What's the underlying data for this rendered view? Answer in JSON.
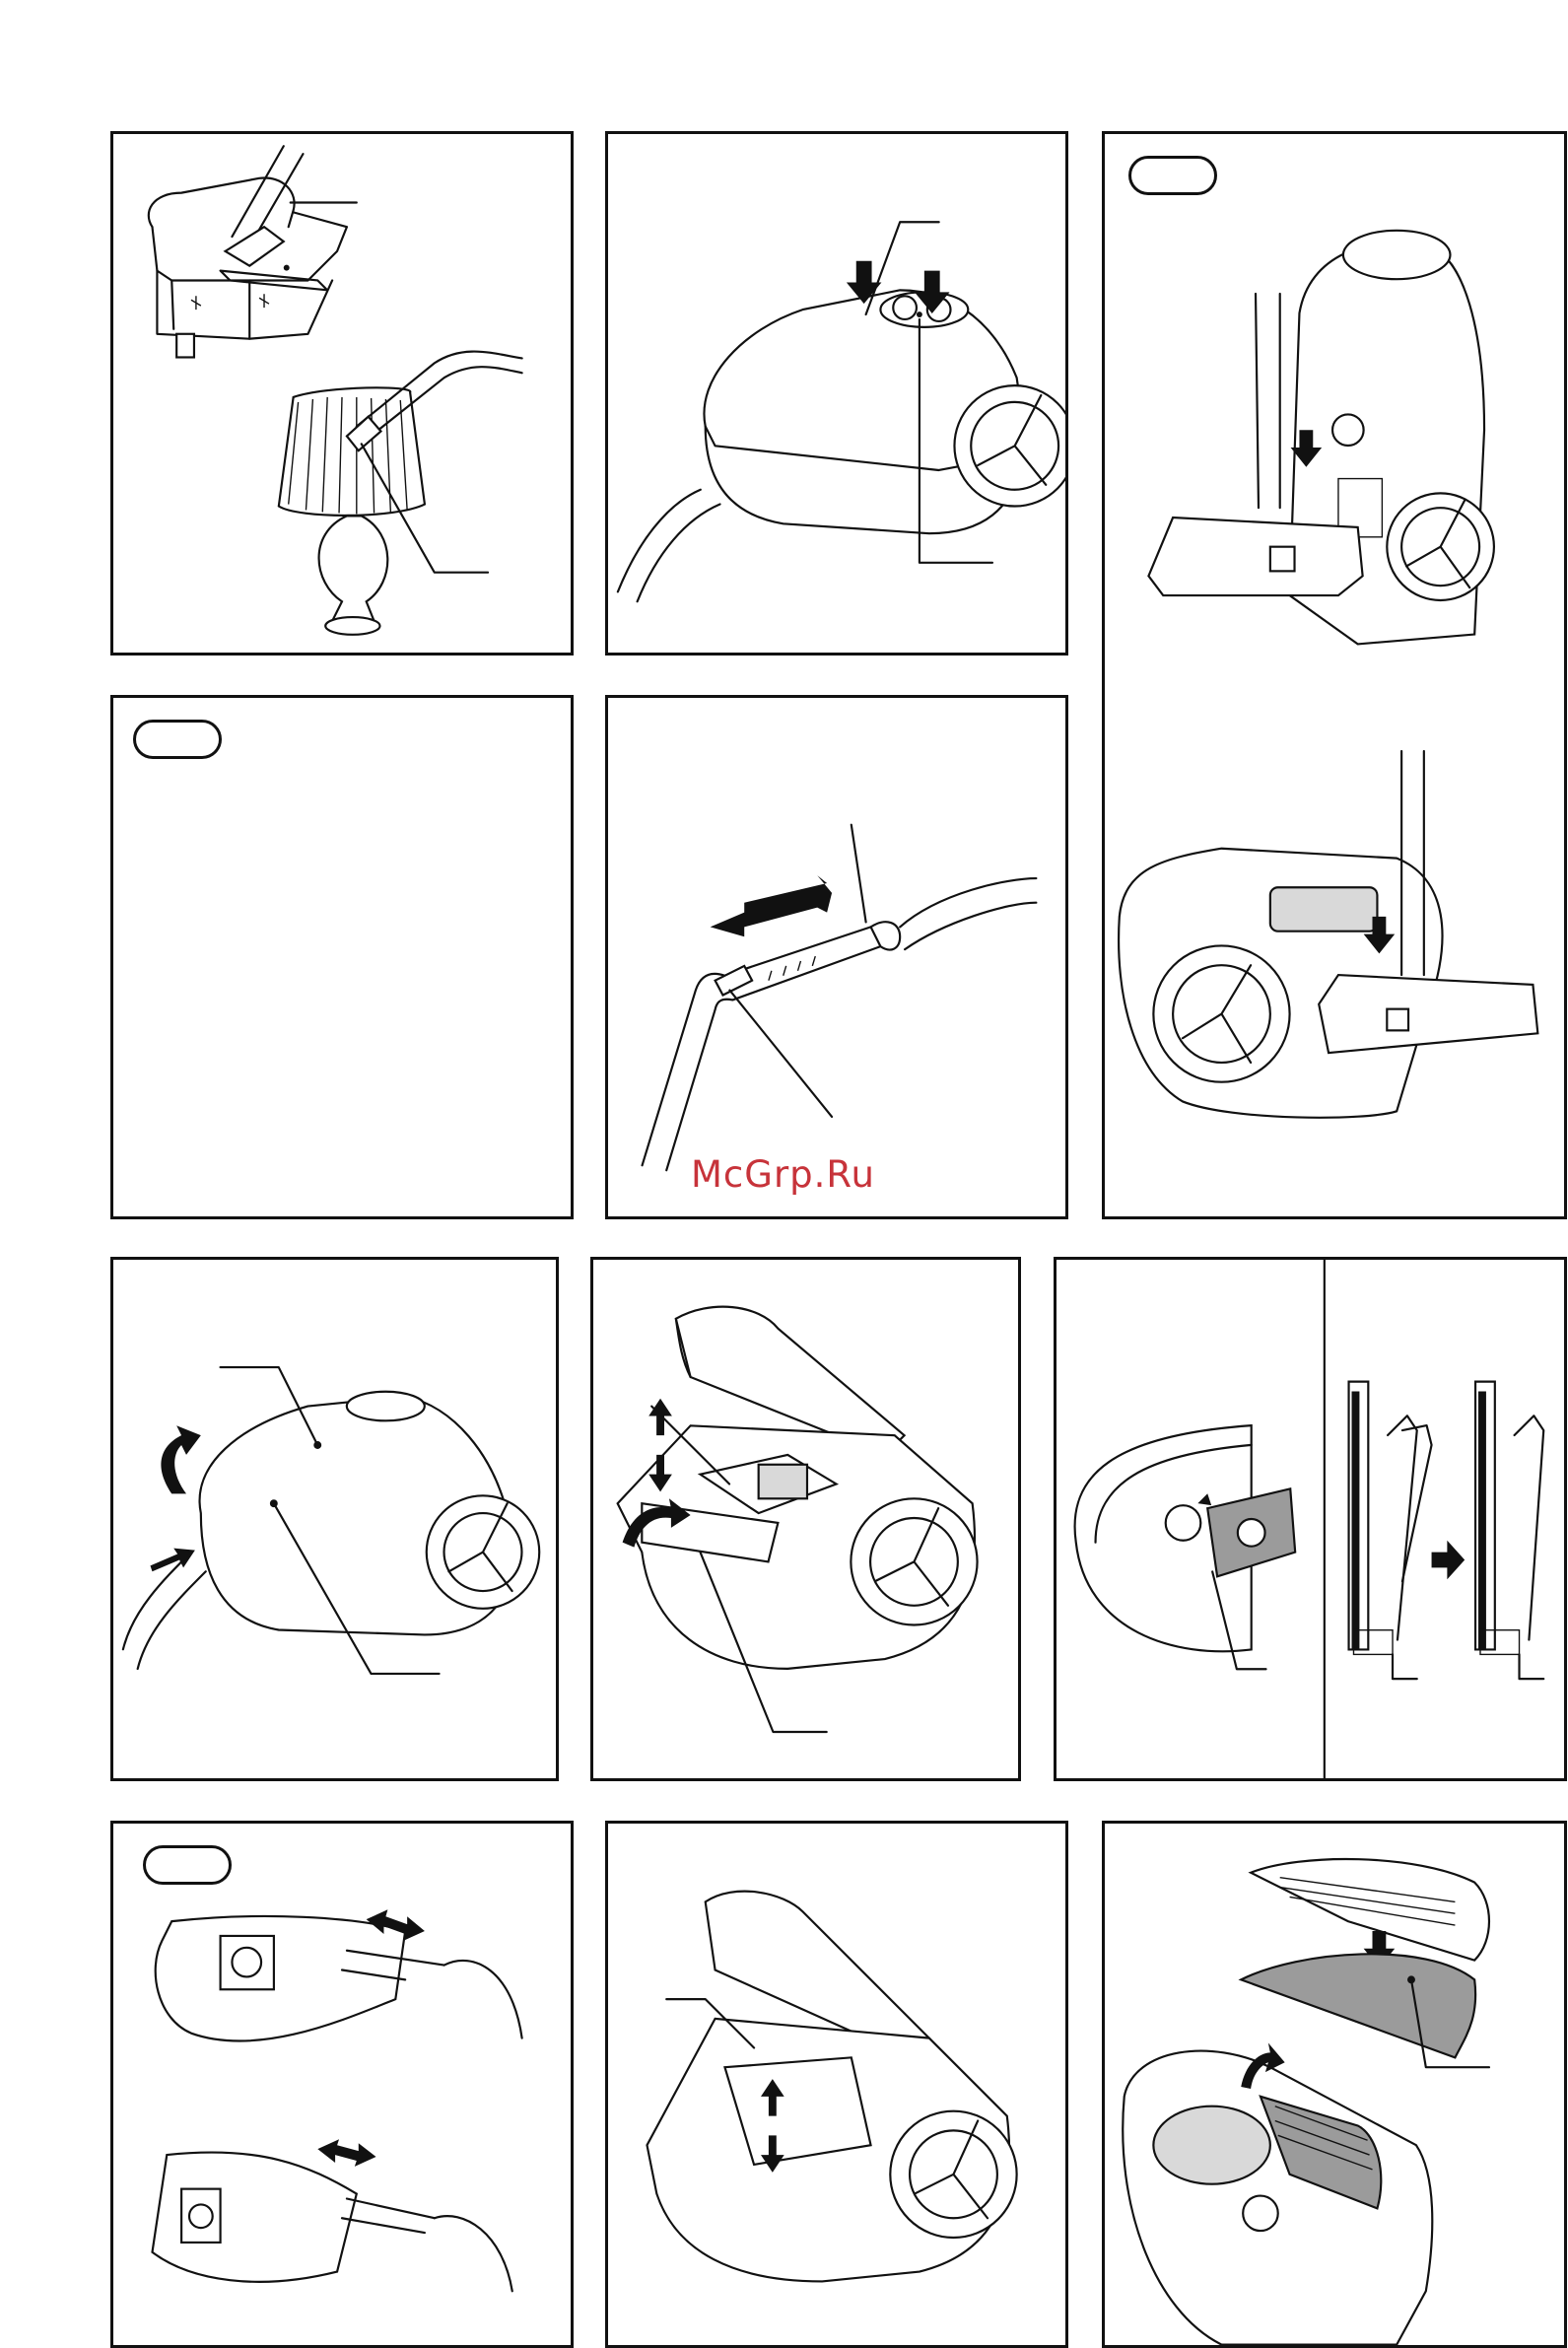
{
  "watermark": {
    "text": "McGrp.Ru",
    "color": "#c7333a"
  },
  "panels": [
    {
      "id": "upholstery-nozzle"
    },
    {
      "id": "control-buttons"
    },
    {
      "id": "parking-positions"
    },
    {
      "id": "blank-panel"
    },
    {
      "id": "telescopic-tube"
    },
    {
      "id": "lid-open"
    },
    {
      "id": "bag-holder-out"
    },
    {
      "id": "bag-flap"
    },
    {
      "id": "bag-closing"
    },
    {
      "id": "bag-insert"
    },
    {
      "id": "exhaust-filter"
    }
  ],
  "icons": [
    "arrow-down-icon",
    "arrow-right-icon",
    "double-arrow-icon",
    "curved-arrow-icon"
  ]
}
